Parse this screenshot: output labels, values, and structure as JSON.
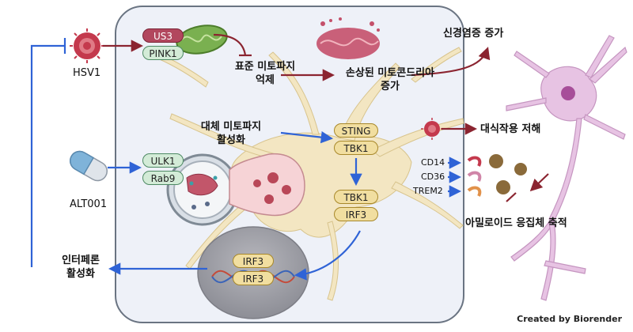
{
  "colors": {
    "cell_bg": "#eef1f8",
    "cell_border": "#6a7482",
    "blue": "#2f63d6",
    "dark_red": "#8b2430",
    "virus": "#c4394d"
  },
  "labels": {
    "hsv1": "HSV1",
    "us3": "US3",
    "pink1": "PINK1",
    "suppress_mitophagy": [
      "표준 미토파지",
      "억제"
    ],
    "damaged_mito": [
      "손상된 미토콘드리아",
      "증가"
    ],
    "neuroinflammation": "신경염증 증가",
    "alt_mitophagy": [
      "대체 미토파지",
      "활성화"
    ],
    "alt001": "ALT001",
    "ulk1": "ULK1",
    "rab9": "Rab9",
    "sting": "STING",
    "tbk1_a": "TBK1",
    "tbk1_b": "TBK1",
    "irf3": "IRF3",
    "irf3_nuc_a": "IRF3",
    "irf3_nuc_b": "IRF3",
    "phagocytosis": "대식작용 저해",
    "cd14": "CD14",
    "cd36": "CD36",
    "trem2": "TREM2",
    "amyloid": "아밀로이드 응집체 축적",
    "interferon": [
      "인터페론",
      "활성화"
    ],
    "credit": "Created by Biorender"
  }
}
